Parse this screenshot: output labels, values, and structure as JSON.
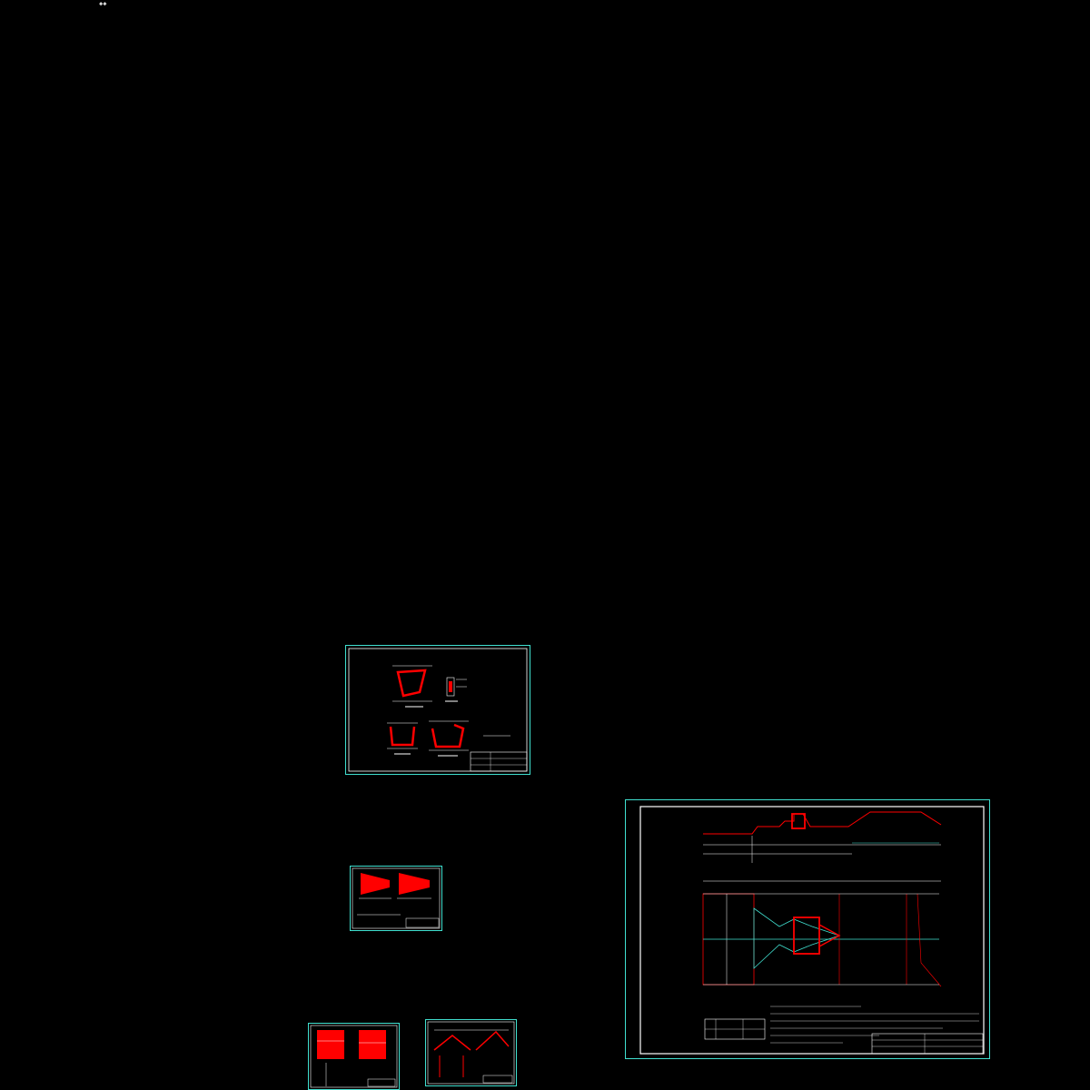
{
  "viewport": {
    "background": "#000000",
    "corner_label": "◆◆"
  },
  "colors": {
    "frame": "#40e0d0",
    "inner_frame": "#ffffff",
    "red_fill": "#ff0000",
    "line": "#ffffff",
    "cyan": "#00ffff"
  },
  "sheets": [
    {
      "id": "sheet-1",
      "name": "drawing-sheet-sections"
    },
    {
      "id": "sheet-2",
      "name": "drawing-sheet-red-wedges"
    },
    {
      "id": "sheet-3",
      "name": "drawing-sheet-red-panels"
    },
    {
      "id": "sheet-4",
      "name": "drawing-sheet-slope-details"
    },
    {
      "id": "sheet-5",
      "name": "drawing-sheet-main-plan"
    }
  ]
}
